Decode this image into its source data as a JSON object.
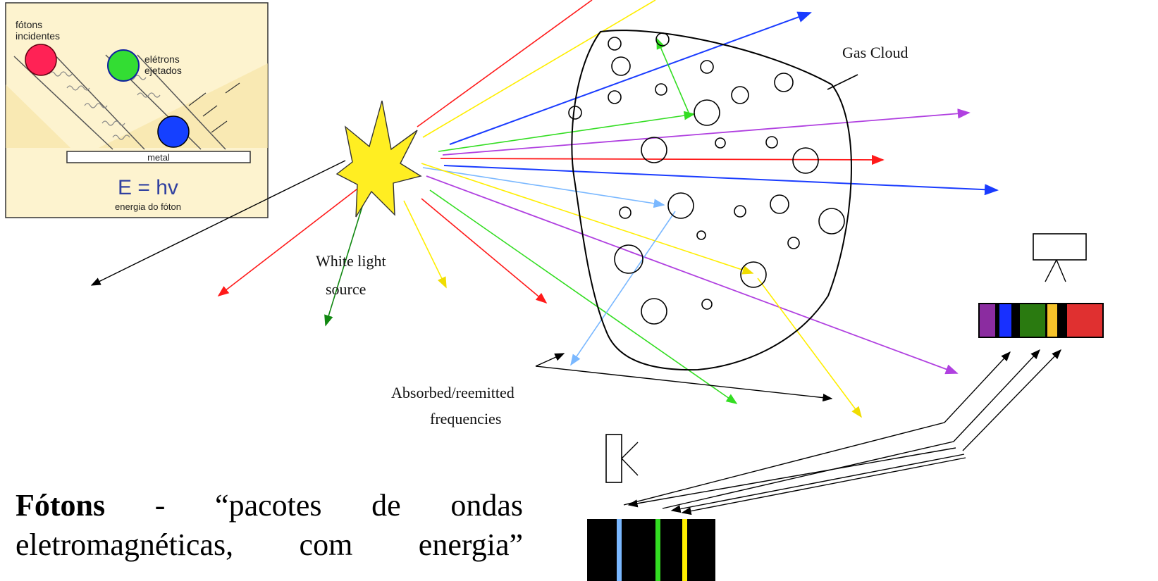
{
  "inset": {
    "incident_label_1": "fótons",
    "incident_label_2": "incidentes",
    "ejected_label_1": "elétrons",
    "ejected_label_2": "ejetados",
    "metal_label": "metal",
    "equation": "E = hv",
    "equation_caption": "energia do fóton"
  },
  "labels": {
    "gas_cloud": "Gas Cloud",
    "white_light_1": "White light",
    "white_light_2": "source",
    "absorbed_1": "Absorbed/reemitted",
    "absorbed_2": "frequencies"
  },
  "caption": {
    "bold": "Fótons",
    "rest": " - “pacotes de ondas eletromagnéticas, com energia”"
  },
  "colors": {
    "red": "#ff1a1a",
    "yellow": "#ffee00",
    "green": "#33dd22",
    "blue": "#1a3cff",
    "purple": "#b040e0",
    "lightblue": "#7ab8ff",
    "darkgreen": "#118811",
    "star": "#ffee22"
  },
  "spectra": {
    "emission_bands": [
      "#8b2ca0",
      "#1830ff",
      "#2a7a10",
      "#f5c22a",
      "#e03030"
    ],
    "absorption_lines": [
      "#7ab8ff",
      "#33dd22",
      "#ffee00"
    ]
  }
}
